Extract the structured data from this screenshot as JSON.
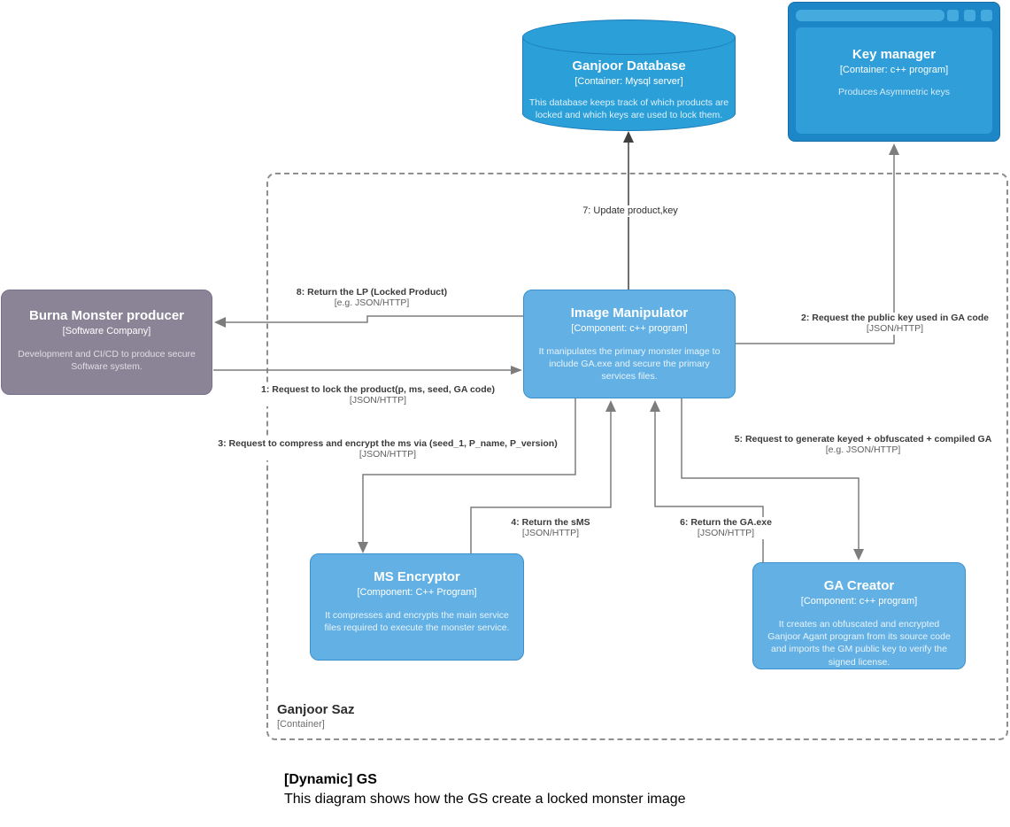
{
  "nodes": {
    "database": {
      "title": "Ganjoor Database",
      "subtitle": "[Container: Mysql server]",
      "description": "This database keeps track of which products are locked and which keys are used to lock them."
    },
    "key_manager": {
      "title": "Key manager",
      "subtitle": "[Container: c++ program]",
      "description": "Produces Asymmetric keys"
    },
    "burna": {
      "title": "Burna Monster producer",
      "subtitle": "[Software Company]",
      "description": "Development and CI/CD to produce secure Software system."
    },
    "image_manipulator": {
      "title": "Image Manipulator",
      "subtitle": "[Component: c++ program]",
      "description": "It manipulates the primary monster image to include GA.exe and secure the primary services files."
    },
    "ms_encryptor": {
      "title": "MS Encryptor",
      "subtitle": "[Component: C++ Program]",
      "description": "It compresses and encrypts the main service files required to execute the monster service."
    },
    "ga_creator": {
      "title": "GA Creator",
      "subtitle": "[Component: c++ program]",
      "description": "It creates an obfuscated and encrypted Ganjoor Agant program from its source code and imports the GM public key to verify the signed license."
    }
  },
  "boundary": {
    "title": "Ganjoor Saz",
    "subtitle": "[Container]"
  },
  "relationships": [
    {
      "label": "1: Request to lock the product(p, ms, seed, GA code)",
      "technology": "[JSON/HTTP]"
    },
    {
      "label": "2: Request the public key used in GA code",
      "technology": "[JSON/HTTP]"
    },
    {
      "label": "3: Request to compress and encrypt the ms via (seed_1, P_name, P_version)",
      "technology": "[JSON/HTTP]"
    },
    {
      "label": "4: Return the sMS",
      "technology": "[JSON/HTTP]"
    },
    {
      "label": "5: Request to generate keyed + obfuscated + compiled GA",
      "technology": "[e.g. JSON/HTTP]"
    },
    {
      "label": "6: Return the GA.exe",
      "technology": "[JSON/HTTP]"
    },
    {
      "label": "7: Update product,key",
      "technology": ""
    },
    {
      "label": "8: Return the LP (Locked Product)",
      "technology": "[e.g. JSON/HTTP]"
    }
  ],
  "caption": {
    "title": "[Dynamic] GS",
    "description": "This diagram shows how the GS create a locked monster image"
  },
  "colors": {
    "container_blue": "#2b9fd8",
    "component_blue": "#63b1e4",
    "browser_frame_blue": "#1d86c6",
    "browser_chrome_blue": "#45aadd",
    "external_gray_purple": "#8b8497",
    "arrow_gray": "#7d7d7d",
    "arrow_dark": "#3f3f3f",
    "boundary_dash_gray": "#8f8f8f"
  }
}
